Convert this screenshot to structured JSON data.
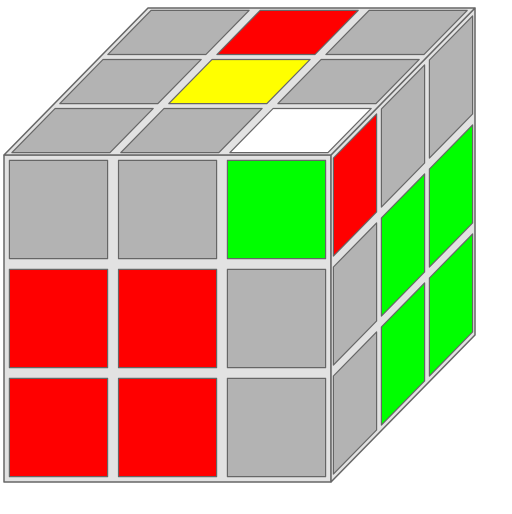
{
  "colors": {
    "background": "#ffffff",
    "body": "#e2e2e2",
    "edge": "#666666",
    "gray": "#b3b3b3",
    "red": "#ff0000",
    "yellow": "#ffff00",
    "white": "#ffffff",
    "green": "#00ff00"
  },
  "faces": {
    "top": [
      [
        "gray",
        "red",
        "gray"
      ],
      [
        "gray",
        "yellow",
        "gray"
      ],
      [
        "gray",
        "gray",
        "white"
      ]
    ],
    "front": [
      [
        "gray",
        "gray",
        "green"
      ],
      [
        "red",
        "red",
        "gray"
      ],
      [
        "red",
        "red",
        "gray"
      ]
    ],
    "right": [
      [
        "red",
        "gray",
        "gray"
      ],
      [
        "gray",
        "green",
        "green"
      ],
      [
        "gray",
        "green",
        "green"
      ]
    ]
  }
}
